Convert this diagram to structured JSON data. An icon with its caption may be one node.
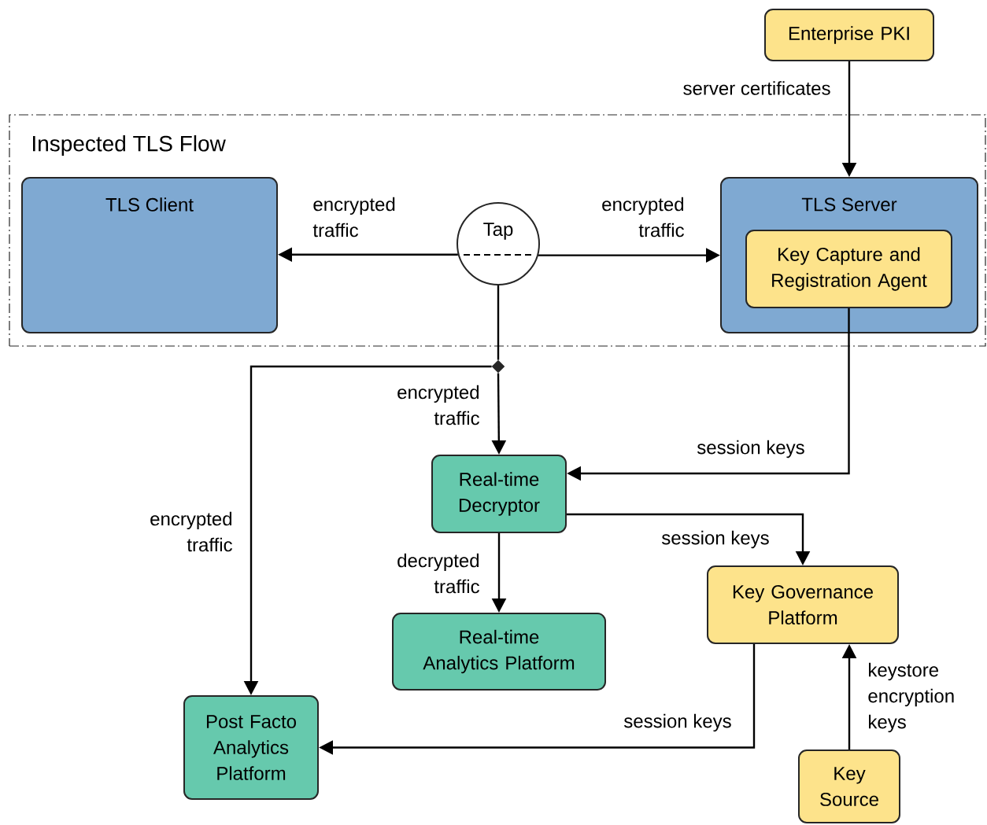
{
  "diagram": {
    "nodes": [
      {
        "text": [
          "Enterprise PKI"
        ]
      },
      {
        "text": [
          "Inspected TLS Flow"
        ]
      },
      {
        "text": [
          "TLS Client"
        ],
        "in": 1
      },
      {
        "text": [
          "Tap"
        ],
        "in": 1
      },
      {
        "text": [
          "TLS Server"
        ],
        "in": 1
      },
      {
        "text": [
          "Key Capture and Registration Agent"
        ],
        "in": 4
      },
      {
        "text": [],
        "shape": "diamond"
      },
      {
        "text": [
          "Real-time Decryptor"
        ]
      },
      {
        "text": [
          "Real-time Analytics Platform"
        ]
      },
      {
        "text": [
          "Key Governance Platform"
        ]
      },
      {
        "text": [
          "Post Facto Analytics Platform"
        ]
      },
      {
        "text": [
          "Key Source"
        ]
      }
    ],
    "edges": [
      {
        "from": 3,
        "to": 2,
        "arrow": "to",
        "label": "encrypted traffic"
      },
      {
        "from": 3,
        "to": 4,
        "arrow": "to",
        "label": "encrypted traffic"
      },
      {
        "from": 0,
        "to": 4,
        "arrow": "to",
        "label": "server certificates"
      },
      {
        "from": 3,
        "to": 6,
        "arrow": "none"
      },
      {
        "from": 6,
        "to": 7,
        "arrow": "to",
        "label": "encrypted traffic"
      },
      {
        "from": 6,
        "to": 10,
        "arrow": "to",
        "label": "encrypted traffic"
      },
      {
        "from": 5,
        "to": 7,
        "arrow": "to",
        "label": "session keys"
      },
      {
        "from": 7,
        "to": 9,
        "arrow": "to",
        "label": "session keys"
      },
      {
        "from": 7,
        "to": 8,
        "arrow": "to",
        "label": "decrypted traffic"
      },
      {
        "from": 9,
        "to": 10,
        "arrow": "to",
        "label": "session keys"
      },
      {
        "from": 11,
        "to": 9,
        "arrow": "to",
        "label": "keystore encryption keys"
      }
    ]
  }
}
